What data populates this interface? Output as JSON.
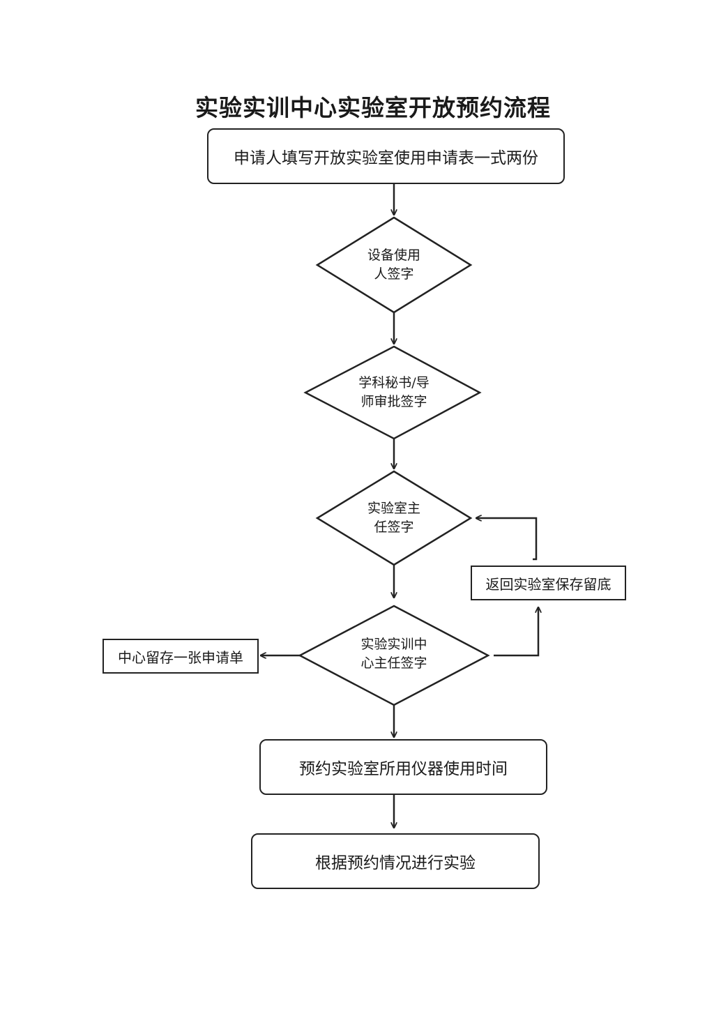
{
  "title": "实验实训中心实验室开放预约流程",
  "steps": {
    "apply": "申请人填写开放实验室使用申请表一式两份",
    "device_sign": [
      "设备使用",
      "人签字"
    ],
    "secretary_sign": [
      "学科秘书/导",
      "师审批签字"
    ],
    "lab_director_sign": [
      "实验室主",
      "任签字"
    ],
    "center_director_sign": [
      "实验实训中",
      "心主任签字"
    ],
    "return_lab": "返回实验室保存留底",
    "center_keep": "中心留存一张申请单",
    "reserve": "预约实验室所用仪器使用时间",
    "conduct": "根据预约情况进行实验"
  }
}
